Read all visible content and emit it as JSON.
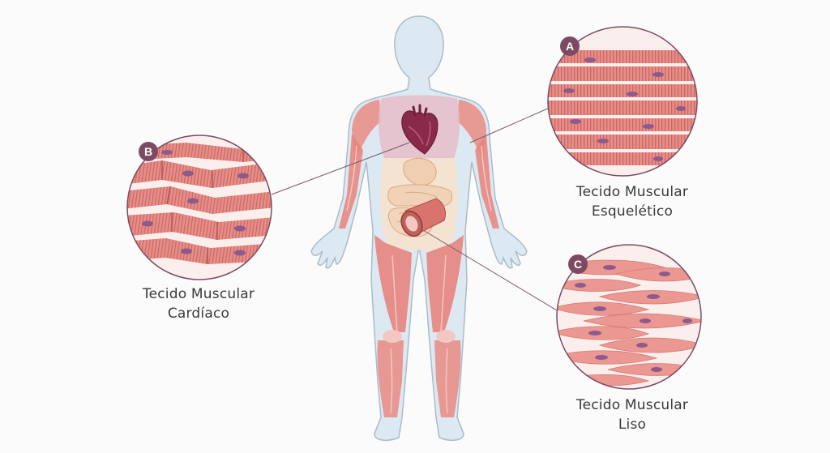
{
  "panels": {
    "skeletal": {
      "badge": "A",
      "line1": "Tecido Muscular",
      "line2": "Esquelético"
    },
    "cardiac": {
      "badge": "B",
      "line1": "Tecido Muscular",
      "line2": "Cardíaco"
    },
    "smooth": {
      "badge": "C",
      "line1": "Tecido Muscular",
      "line2": "Liso"
    }
  },
  "colors": {
    "badge": "#7d4a63",
    "muscle": "#e0807c",
    "muscle_light": "#f0b3ab",
    "nucleus": "#8c5a8c",
    "body_skin": "#dce9f2",
    "body_outline": "#a9bcc9",
    "heart": "#8a2a4a",
    "digestive": "#f3dcc0",
    "leader_line": "#7a5a68"
  },
  "icons": [
    "human-body",
    "heart",
    "digestive-tract",
    "intestine-cross-section"
  ]
}
